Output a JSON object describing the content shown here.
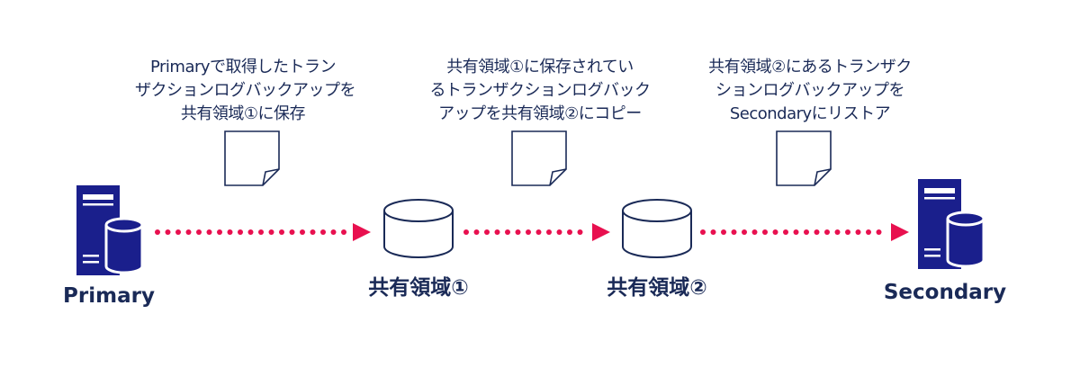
{
  "nodes": {
    "primary": {
      "label": "Primary"
    },
    "share1": {
      "label": "共有領域①"
    },
    "share2": {
      "label": "共有領域②"
    },
    "secondary": {
      "label": "Secondary"
    }
  },
  "steps": [
    {
      "lines": [
        "Primaryで取得したトラン",
        "ザクションログバックアップを",
        "共有領域①に保存"
      ]
    },
    {
      "lines": [
        "共有領域①に保存されてい",
        "るトランザクションログバック",
        "アップを共有領域②にコピー"
      ]
    },
    {
      "lines": [
        "共有領域②にあるトランザク",
        "ションログバックアップを",
        "Secondaryにリストア"
      ]
    }
  ],
  "colors": {
    "navy": "#1a2a57",
    "server_blue": "#1a1f8c",
    "arrow_red": "#e8104f"
  },
  "icons": [
    "server-database-icon",
    "document-icon",
    "database-icon",
    "arrow-right-icon"
  ]
}
